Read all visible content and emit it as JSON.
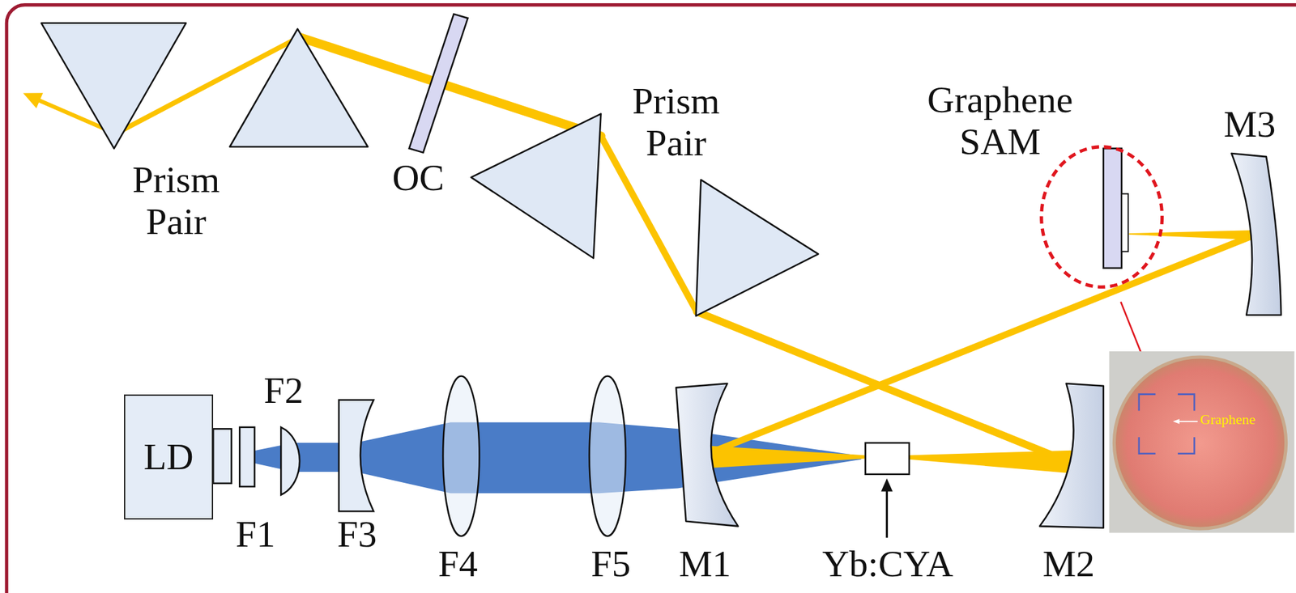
{
  "diagram": {
    "nodes": [
      {
        "text": [
          "LD"
        ]
      }
    ],
    "labels": [
      "Prism Pair",
      "OC",
      "Prism Pair",
      "Graphene SAM",
      "M3",
      "F2",
      "F1",
      "F3",
      "F4",
      "F5",
      "M1",
      "Yb:CYA",
      "M2",
      "Graphene"
    ]
  }
}
